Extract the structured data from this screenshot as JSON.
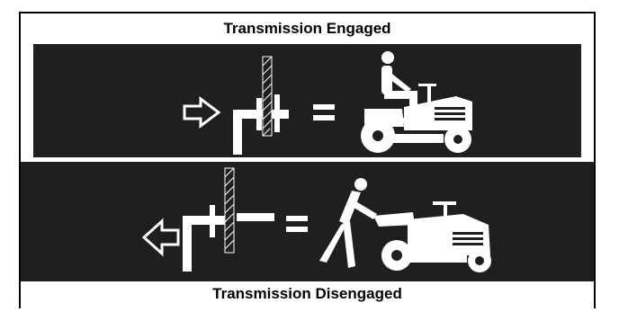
{
  "labels": {
    "engaged": "Transmission Engaged",
    "disengaged": "Transmission Disengaged"
  },
  "panels": {
    "engaged": {
      "arrow": "right-arrow-icon",
      "figure": "seated-rider-on-tractor"
    },
    "disengaged": {
      "arrow": "left-arrow-icon",
      "figure": "person-pushing-tractor"
    }
  },
  "colors": {
    "panel": "#1f1f1f",
    "ink": "#ffffff",
    "border": "#000000"
  }
}
